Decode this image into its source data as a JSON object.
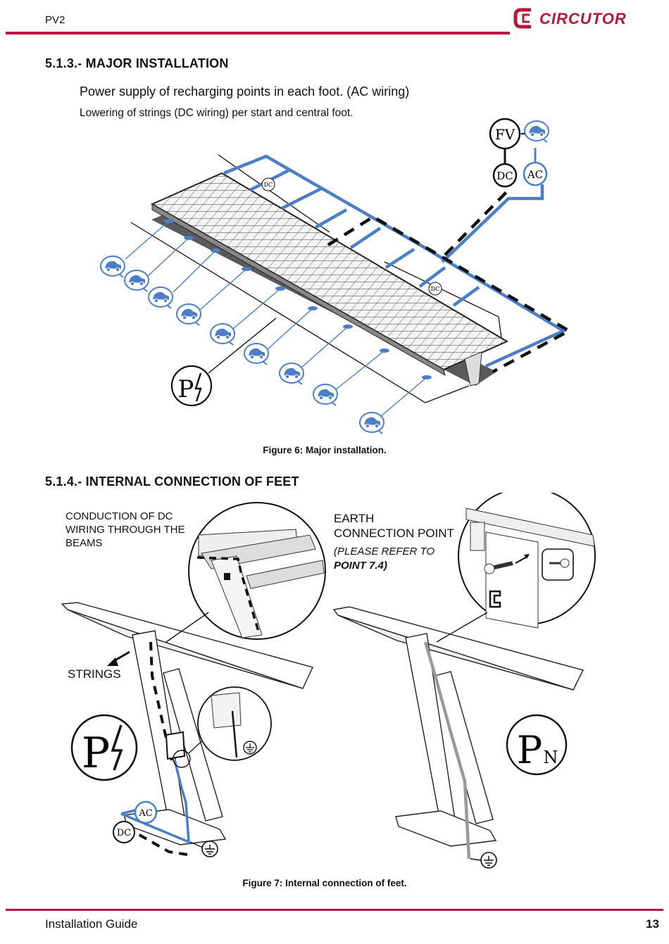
{
  "header": {
    "doc_title": "PV2",
    "brand": "CIRCUTOR",
    "accent_color": "#b5173a"
  },
  "section_major": {
    "heading": "5.1.3.- MAJOR INSTALLATION",
    "line1": "Power supply of recharging points in each foot. (AC wiring)",
    "line2": "Lowering of strings (DC wiring) per start and central foot.",
    "figure_caption": "Figure 6: Major installation.",
    "badges": {
      "fv": "FV",
      "dc": "DC",
      "ac": "AC"
    }
  },
  "section_feet": {
    "heading": "5.1.4.- INTERNAL CONNECTION OF FEET",
    "dc_label": [
      "CONDUCTION OF DC",
      "WIRING THROUGH THE",
      "BEAMS"
    ],
    "earth_label": [
      "EARTH",
      "CONNECTION POINT"
    ],
    "refer_label": [
      "(PLEASE REFER TO",
      "POINT 7.4)"
    ],
    "strings_label": "STRINGS",
    "figure_caption": "Figure 7: Internal connection of feet.",
    "badges": {
      "ac": "AC",
      "dc": "DC"
    },
    "symbol_left": "P",
    "symbol_right": "P",
    "symbol_right_sub": "N"
  },
  "wiring_colors": {
    "ac": "#4a7fc8",
    "dc": "#111111",
    "earth": "#9a9a9a"
  },
  "icons": [
    "ev-car-icon",
    "charging-point-icon",
    "ground-icon",
    "zoom-detail-icon"
  ],
  "footer": {
    "left": "Installation Guide",
    "page_number": "13"
  }
}
